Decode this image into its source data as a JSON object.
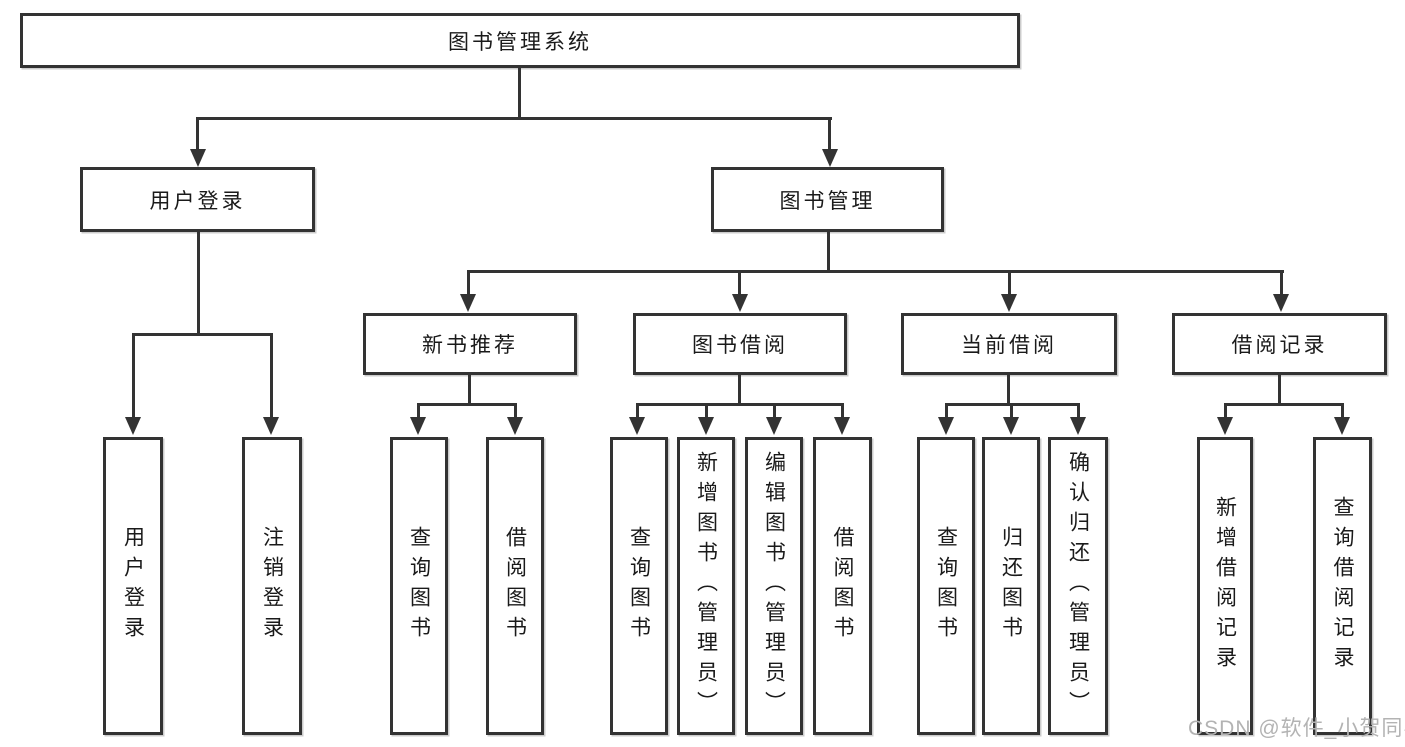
{
  "tree": {
    "root": "图书管理系统",
    "user_branch": {
      "label": "用户登录",
      "children": [
        "用户登录",
        "注销登录"
      ]
    },
    "book_branch": {
      "label": "图书管理",
      "groups": [
        {
          "label": "新书推荐",
          "children": [
            "查询图书",
            "借阅图书"
          ]
        },
        {
          "label": "图书借阅",
          "children": [
            "查询图书",
            "新增图书（管理员）",
            "编辑图书（管理员）",
            "借阅图书"
          ]
        },
        {
          "label": "当前借阅",
          "children": [
            "查询图书",
            "归还图书",
            "确认归还（管理员）"
          ]
        },
        {
          "label": "借阅记录",
          "children": [
            "新增借阅记录",
            "查询借阅记录"
          ]
        }
      ]
    }
  },
  "watermark": "CSDN @软件_小贺同学",
  "colors": {
    "line": "#333333",
    "text": "#1a1a1a",
    "watermark": "#b3b3b3",
    "background": "#ffffff"
  }
}
